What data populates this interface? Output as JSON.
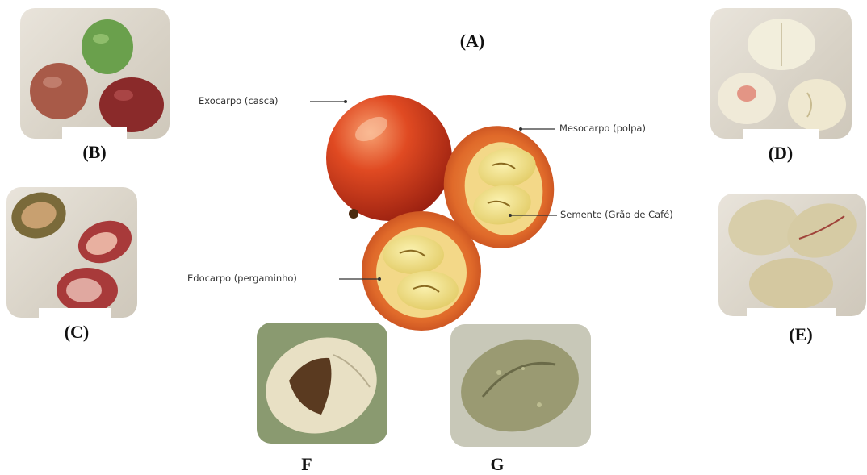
{
  "panels": {
    "a": "(A)",
    "b": "(B)",
    "c": "(C)",
    "d": "(D)",
    "e": "(E)",
    "f": "F",
    "g": "G"
  },
  "callouts": {
    "exocarpo": "Exocarpo (casca)",
    "mesocarpo": "Mesocarpo (polpa)",
    "semente": "Semente (Grão de Café)",
    "edocarpo": "Edocarpo (pergaminho)"
  },
  "colors": {
    "cherry_red": "#d8401f",
    "pulp_orange": "#e0672a",
    "seed_yellow": "#f0e08a",
    "green_cherry": "#6aa04c",
    "panel_bg": "#ddd7cc"
  }
}
